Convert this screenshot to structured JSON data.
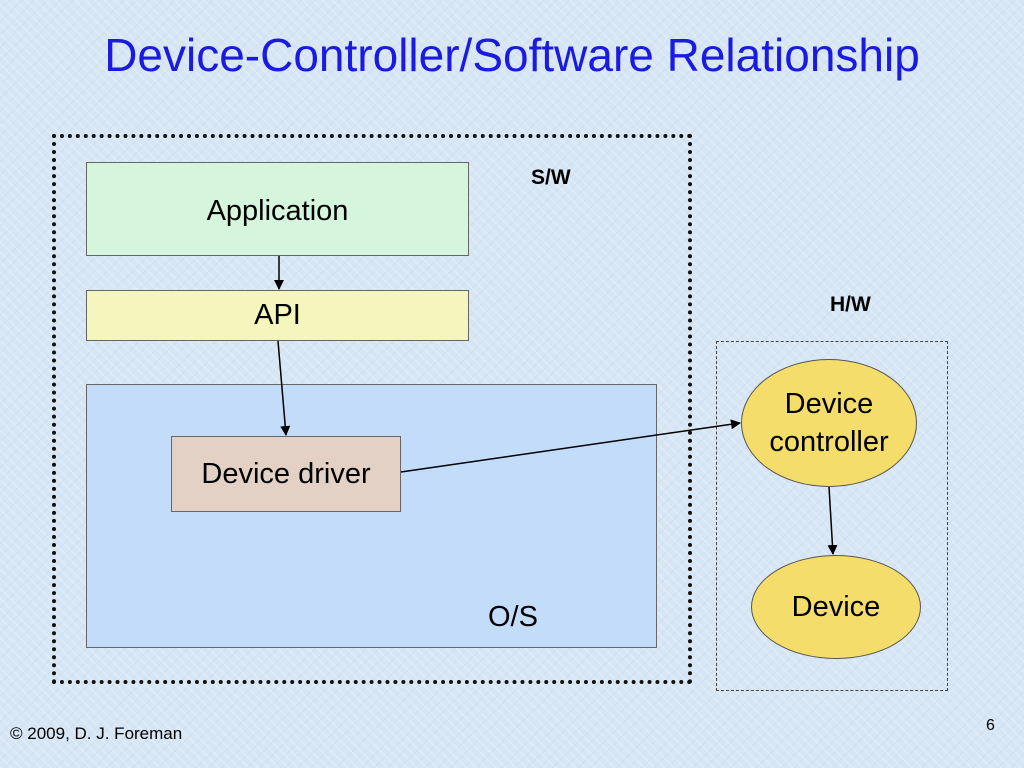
{
  "slide": {
    "title": "Device-Controller/Software Relationship",
    "footer_left": "© 2009, D. J. Foreman",
    "page_number": "6"
  },
  "diagram": {
    "sw_label": "S/W",
    "hw_label": "H/W",
    "os_label": "O/S",
    "application": "Application",
    "api": "API",
    "device_driver": "Device driver",
    "device_controller_line1": "Device",
    "device_controller_line2": "controller",
    "device": "Device"
  },
  "colors": {
    "title": "#1a1ae0",
    "application_fill": "#d6f5dd",
    "api_fill": "#f4f6bd",
    "os_fill": "#c2dcfa",
    "driver_fill": "#e3d1c6",
    "hw_node_fill": "#f5dd6c"
  }
}
